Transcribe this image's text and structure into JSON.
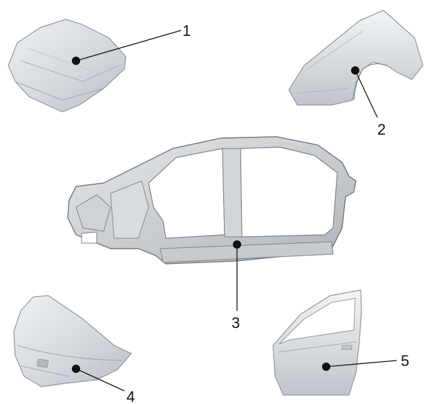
{
  "diagram": {
    "callouts": [
      {
        "id": "hood",
        "number": "1"
      },
      {
        "id": "front-fender",
        "number": "2"
      },
      {
        "id": "body-side-frame",
        "number": "3"
      },
      {
        "id": "trunk-lid",
        "number": "4"
      },
      {
        "id": "front-door",
        "number": "5"
      }
    ]
  }
}
